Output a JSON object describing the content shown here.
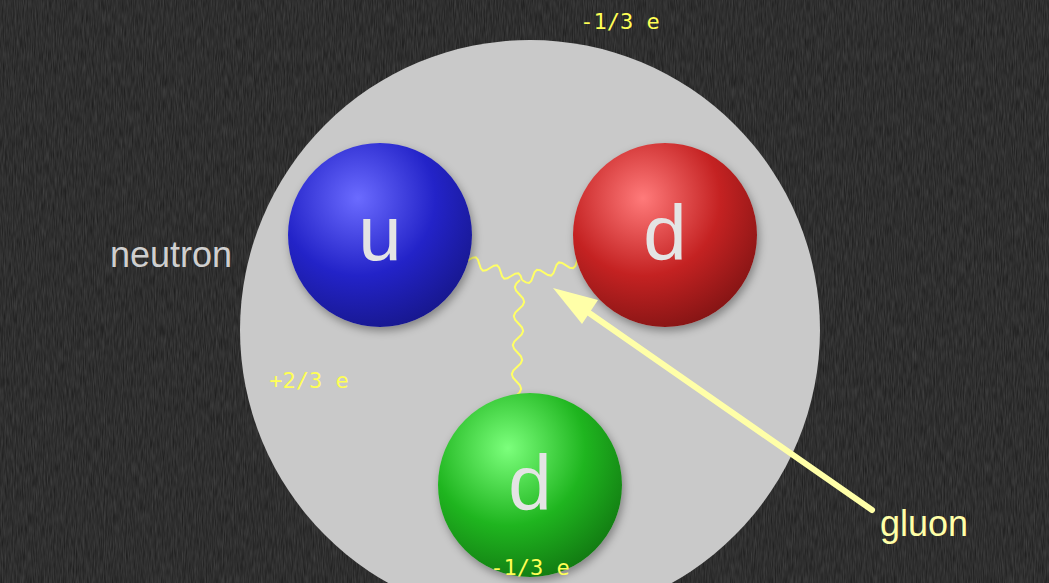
{
  "diagram": {
    "nodes": [
      {
        "text": [
          "neutron"
        ]
      },
      {
        "text": [
          "u"
        ],
        "in": 0
      },
      {
        "text": [
          "d"
        ],
        "in": 0
      },
      {
        "text": [
          "d"
        ],
        "in": 0
      }
    ],
    "labels": [
      "-1/3 e",
      "+2/3 e",
      "gluon",
      "-1/3 e"
    ]
  }
}
